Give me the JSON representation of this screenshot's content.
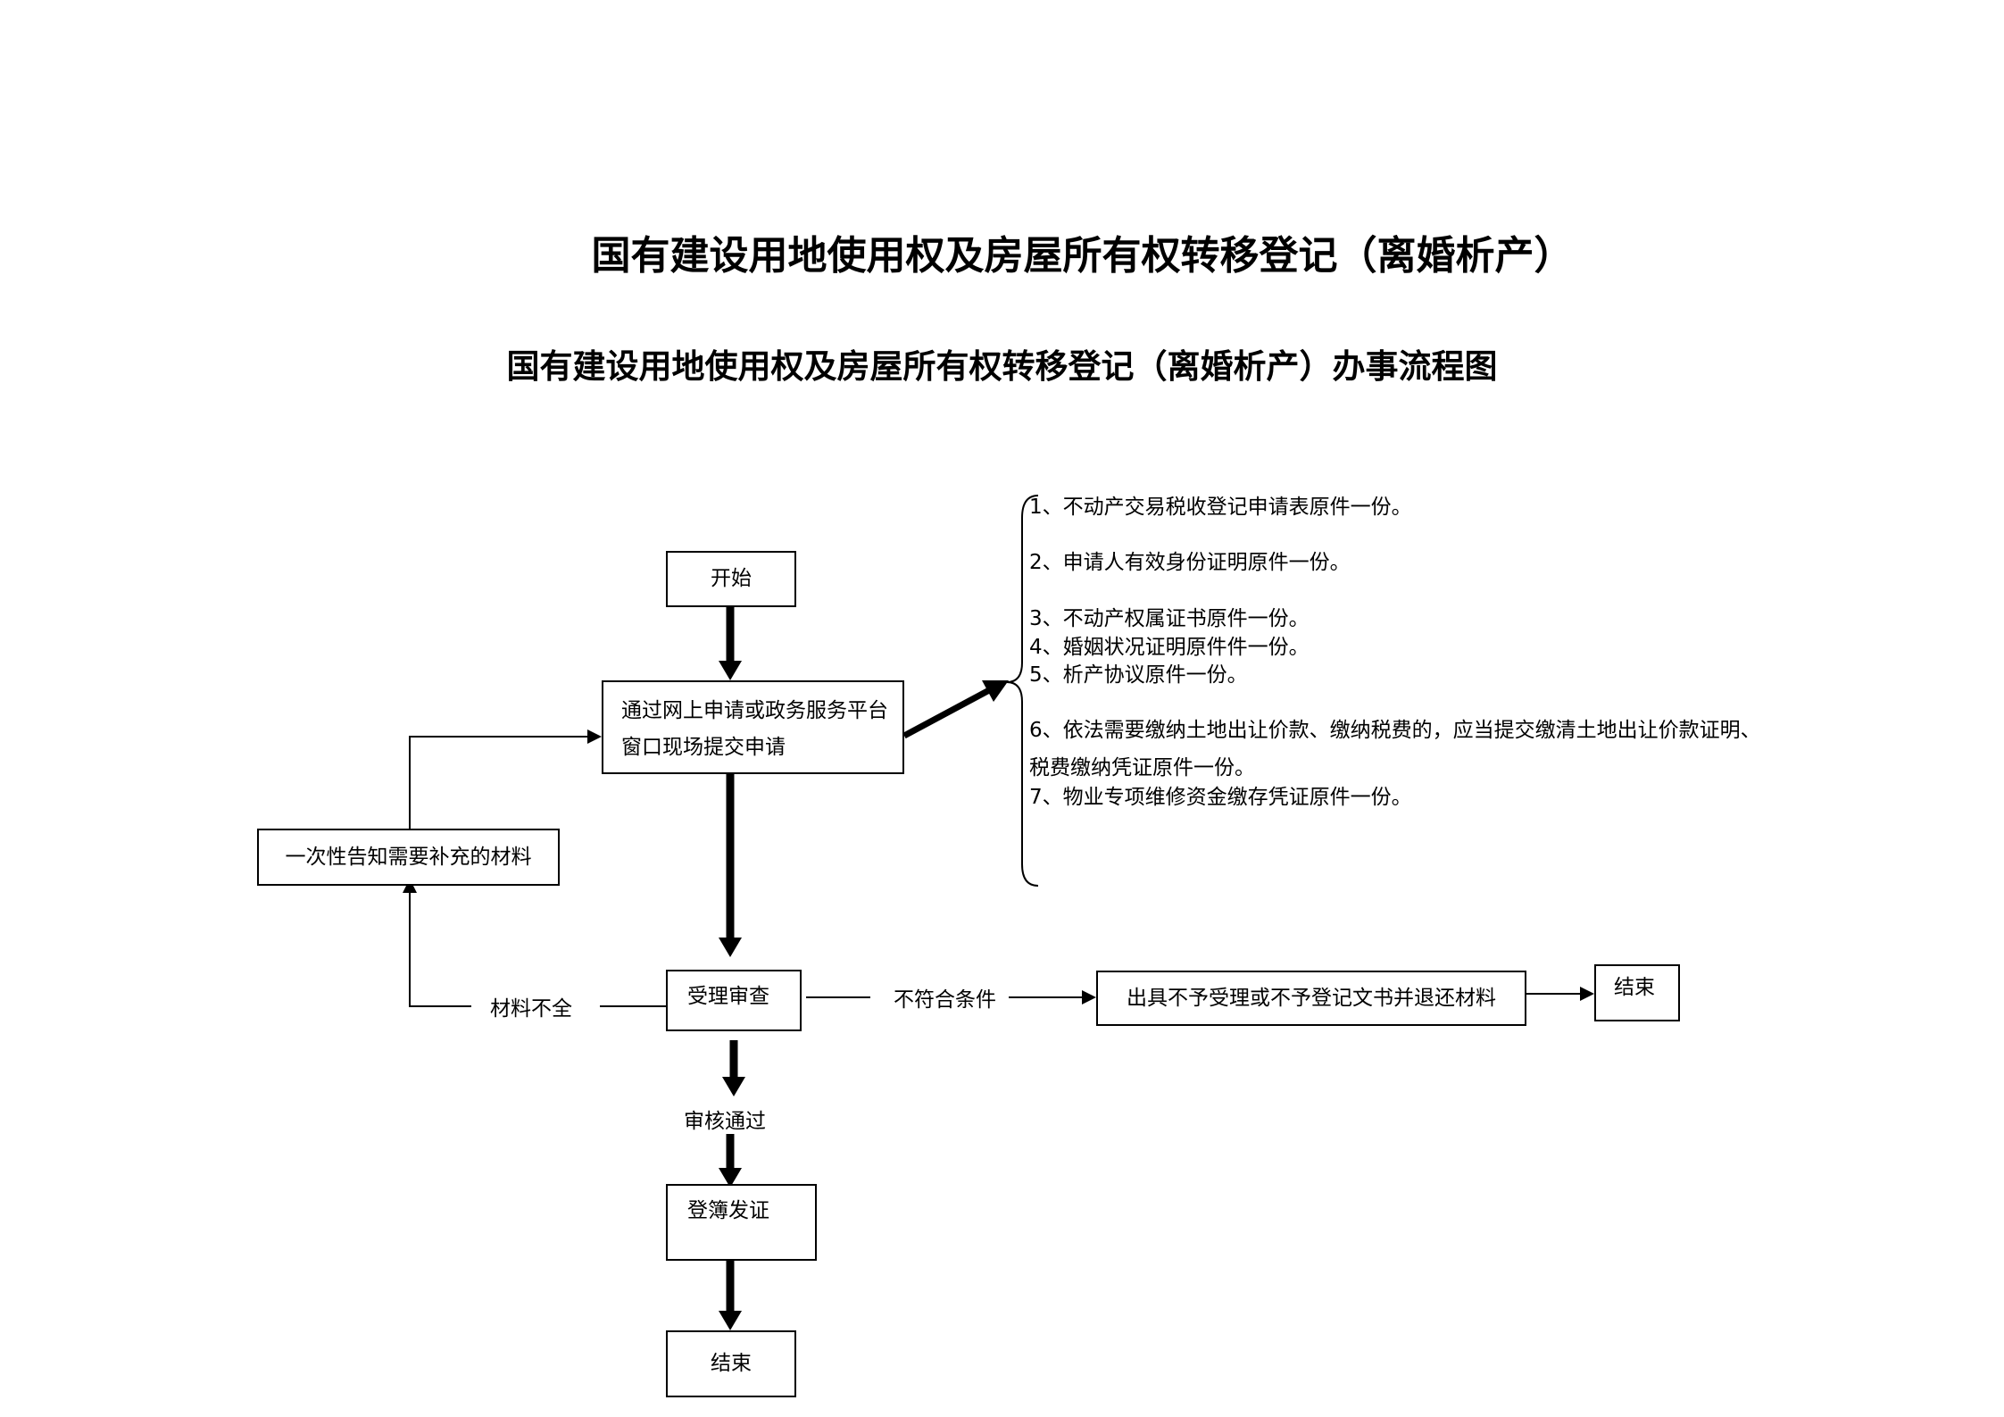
{
  "doc_title": "国有建设用地使用权及房屋所有权转移登记（离婚析产）",
  "flow_title": "国有建设用地使用权及房屋所有权转移登记（离婚析产）办事流程图",
  "nodes": {
    "start": "开始",
    "apply": "通过网上申请或政务服务平台窗口现场提交申请",
    "notify": "一次性告知需要补充的材料",
    "review": "受理审查",
    "reject": "出具不予受理或不予登记文书并退还材料",
    "end_reject": "结束",
    "issue": "登簿发证",
    "end": "结束"
  },
  "edge_labels": {
    "incomplete": "材料不全",
    "not_qualified": "不符合条件",
    "approved": "审核通过"
  },
  "requirements": [
    "1、不动产交易税收登记申请表原件一份。",
    "2、申请人有效身份证明原件一份。",
    "3、不动产权属证书原件一份。",
    "4、婚姻状况证明原件件一份。",
    "5、析产协议原件一份。",
    "6、依法需要缴纳土地出让价款、缴纳税费的，应当提交缴清土地出让价款证明、",
    "税费缴纳凭证原件一份。",
    "7、物业专项维修资金缴存凭证原件一份。"
  ]
}
